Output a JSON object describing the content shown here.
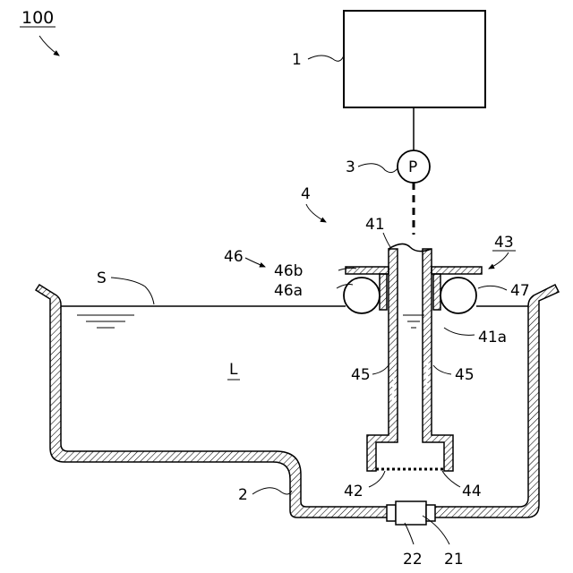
{
  "figure": {
    "labels": {
      "ref_100": "100",
      "ref_1": "1",
      "ref_2": "2",
      "ref_3": "3",
      "pump_symbol": "P",
      "ref_4": "4",
      "ref_41": "41",
      "ref_41a": "41a",
      "ref_42": "42",
      "ref_43": "43",
      "ref_44": "44",
      "ref_45_left": "45",
      "ref_45_right": "45",
      "ref_46": "46",
      "ref_46a": "46a",
      "ref_46b": "46b",
      "ref_47": "47",
      "ref_21": "21",
      "ref_22": "22",
      "surface_S": "S",
      "liquid_L": "L"
    }
  }
}
